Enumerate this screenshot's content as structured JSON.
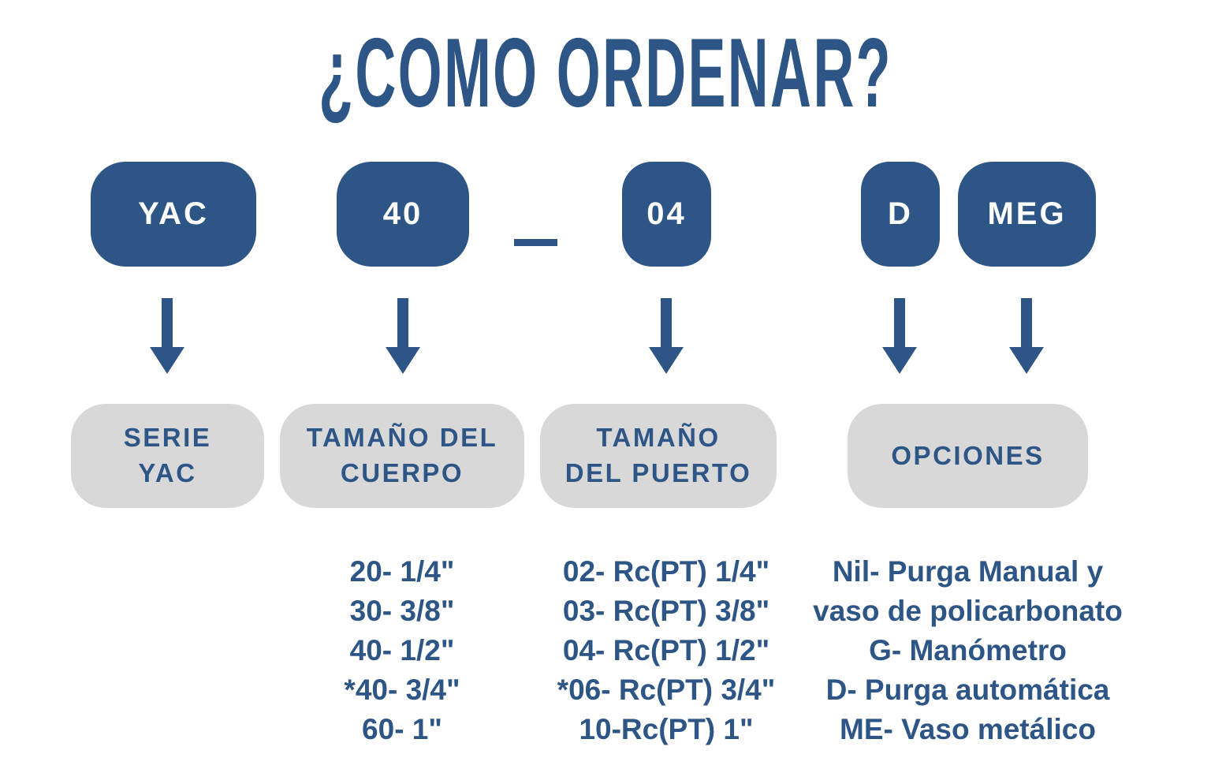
{
  "title": "¿COMO ORDENAR?",
  "colors": {
    "primary_blue": "#2d5586",
    "box_gray": "#d8d8d8",
    "box_text_white": "#ffffff"
  },
  "code_row": {
    "boxes": [
      {
        "id": "serie",
        "label": "YAC"
      },
      {
        "id": "body-size",
        "label": "40"
      },
      {
        "id": "port-size",
        "label": "04"
      },
      {
        "id": "option-d",
        "label": "D"
      },
      {
        "id": "option-meg",
        "label": "MEG"
      }
    ],
    "separator_icon": "dash-icon"
  },
  "categories": [
    {
      "id": "serie-yac",
      "lines": [
        "SERIE",
        "YAC"
      ]
    },
    {
      "id": "tamano-del-cuerpo",
      "lines": [
        "TAMAÑO DEL",
        "CUERPO"
      ]
    },
    {
      "id": "tamano-del-puerto",
      "lines": [
        "TAMAÑO",
        "DEL PUERTO"
      ]
    },
    {
      "id": "opciones",
      "lines": [
        "OPCIONES"
      ]
    }
  ],
  "body_sizes": [
    "20- 1/4\"",
    "30- 3/8\"",
    "40- 1/2\"",
    "*40- 3/4\"",
    "60- 1\""
  ],
  "port_sizes": [
    "02- Rc(PT) 1/4\"",
    "03- Rc(PT) 3/8\"",
    "04- Rc(PT) 1/2\"",
    "*06- Rc(PT) 3/4\"",
    "10-Rc(PT) 1\""
  ],
  "options": [
    "Nil- Purga Manual y",
    "vaso de policarbonato",
    "G- Manómetro",
    "D- Purga automática",
    "ME- Vaso metálico"
  ]
}
